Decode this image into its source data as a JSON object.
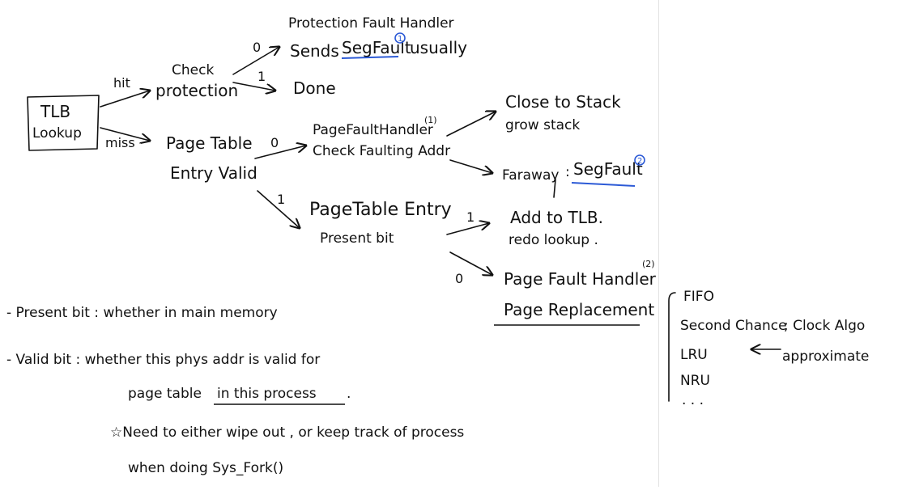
{
  "nodes": {
    "tlb_lookup": [
      "TLB",
      "Lookup"
    ],
    "check_protection": [
      "Check",
      "protection"
    ],
    "protection_fault_handler": "Protection Fault Handler",
    "sends_segfault": [
      "Sends",
      "SegFault",
      "usually"
    ],
    "done": "Done",
    "page_table_entry_valid": [
      "Page Table",
      "Entry Valid"
    ],
    "page_fault_handler_1": [
      "PageFaultHandler",
      "(1)",
      "Check Faulting Addr"
    ],
    "close_to_stack": [
      "Close to Stack",
      "grow stack"
    ],
    "faraway": [
      "Faraway",
      ":",
      "SegFault"
    ],
    "page_table_entry_present": [
      "PageTable Entry",
      "Present bit"
    ],
    "add_to_tlb": [
      "Add to TLB.",
      "redo lookup ."
    ],
    "page_fault_handler_2": [
      "Page Fault Handler",
      "(2)"
    ],
    "page_replacement": "Page Replacement"
  },
  "edges": {
    "hit": "hit",
    "miss": "miss",
    "prot_0": "0",
    "prot_1": "1",
    "valid_0": "0",
    "valid_1": "1",
    "present_1": "1",
    "present_0": "0"
  },
  "markers": {
    "one": "1",
    "two": "2"
  },
  "notes": {
    "present_bit": "-  Present bit :  whether in main memory",
    "valid_bit": "-  Valid bit : whether this phys addr is valid for",
    "valid_bit_cont": [
      "page table",
      "in this process",
      "."
    ],
    "star_note": "☆Need to either wipe out , or keep track of process",
    "star_note_cont": "when doing  Sys_Fork()"
  },
  "algorithms": {
    "items": [
      "FIFO",
      "Second Chance",
      "LRU",
      "NRU",
      ". . ."
    ],
    "clock_note": "; Clock Algo",
    "approximate": "approximate"
  },
  "colors": {
    "ink": "#111111",
    "highlight": "#2c5ad6",
    "divider": "#e2e2e2"
  }
}
